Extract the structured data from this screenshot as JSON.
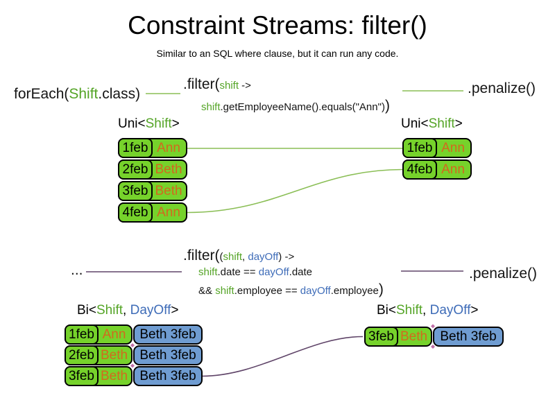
{
  "colors": {
    "cell_green": "#76D22B",
    "cell_blue": "#6F9CD1",
    "text_green": "#54A426",
    "text_blue": "#3E6CB8",
    "text_orange": "#D2691E",
    "line_green": "#8ABE55",
    "line_purple": "#5F4468",
    "glue_pink": "#C06FA8"
  },
  "title": "Constraint Streams: filter()",
  "subtitle": "Similar to an SQL where clause, but it can run any code.",
  "flow1": {
    "source_pre": "forEach(",
    "source_class": "Shift",
    "source_post": ".class)",
    "filter_method": ".filter(",
    "filter_param": "shift",
    "filter_arrow": " ->",
    "body_param": "shift",
    "body_rest": ".getEmployeeName().equals(\"Ann\")",
    "body_close": ")",
    "penalize": ".penalize()"
  },
  "uni_left": {
    "header_pre": "Uni<",
    "header_type": "Shift",
    "header_post": ">",
    "rows": [
      {
        "date": "1feb",
        "name": "Ann"
      },
      {
        "date": "2feb",
        "name": "Beth"
      },
      {
        "date": "3feb",
        "name": "Beth"
      },
      {
        "date": "4feb",
        "name": "Ann"
      }
    ]
  },
  "uni_right": {
    "header_pre": "Uni<",
    "header_type": "Shift",
    "header_post": ">",
    "rows": [
      {
        "date": "1feb",
        "name": "Ann"
      },
      {
        "date": "4feb",
        "name": "Ann"
      }
    ]
  },
  "flow2": {
    "source": "...",
    "filter_method": ".filter(",
    "p_open": "(",
    "param1": "shift",
    "comma": ", ",
    "param2": "dayOff",
    "p_close": ") ->",
    "cond1_a": "shift",
    "cond1_b": ".date == ",
    "cond1_c": "dayOff",
    "cond1_d": ".date",
    "cond2_a": "&& ",
    "cond2_b": "shift",
    "cond2_c": ".employee == ",
    "cond2_d": "dayOff",
    "cond2_e": ".employee",
    "cond2_close": ")",
    "penalize": ".penalize()"
  },
  "bi_left": {
    "header_pre": "Bi<",
    "header_type1": "Shift",
    "header_comma": ", ",
    "header_type2": "DayOff",
    "header_post": ">",
    "rows": [
      {
        "date": "1feb",
        "name": "Ann",
        "dayoff": "Beth 3feb"
      },
      {
        "date": "2feb",
        "name": "Beth",
        "dayoff": "Beth 3feb"
      },
      {
        "date": "3feb",
        "name": "Beth",
        "dayoff": "Beth 3feb"
      }
    ]
  },
  "bi_right": {
    "header_pre": "Bi<",
    "header_type1": "Shift",
    "header_comma": ", ",
    "header_type2": "DayOff",
    "header_post": ">",
    "rows": [
      {
        "date": "3feb",
        "name": "Beth",
        "dayoff": "Beth 3feb"
      }
    ]
  }
}
